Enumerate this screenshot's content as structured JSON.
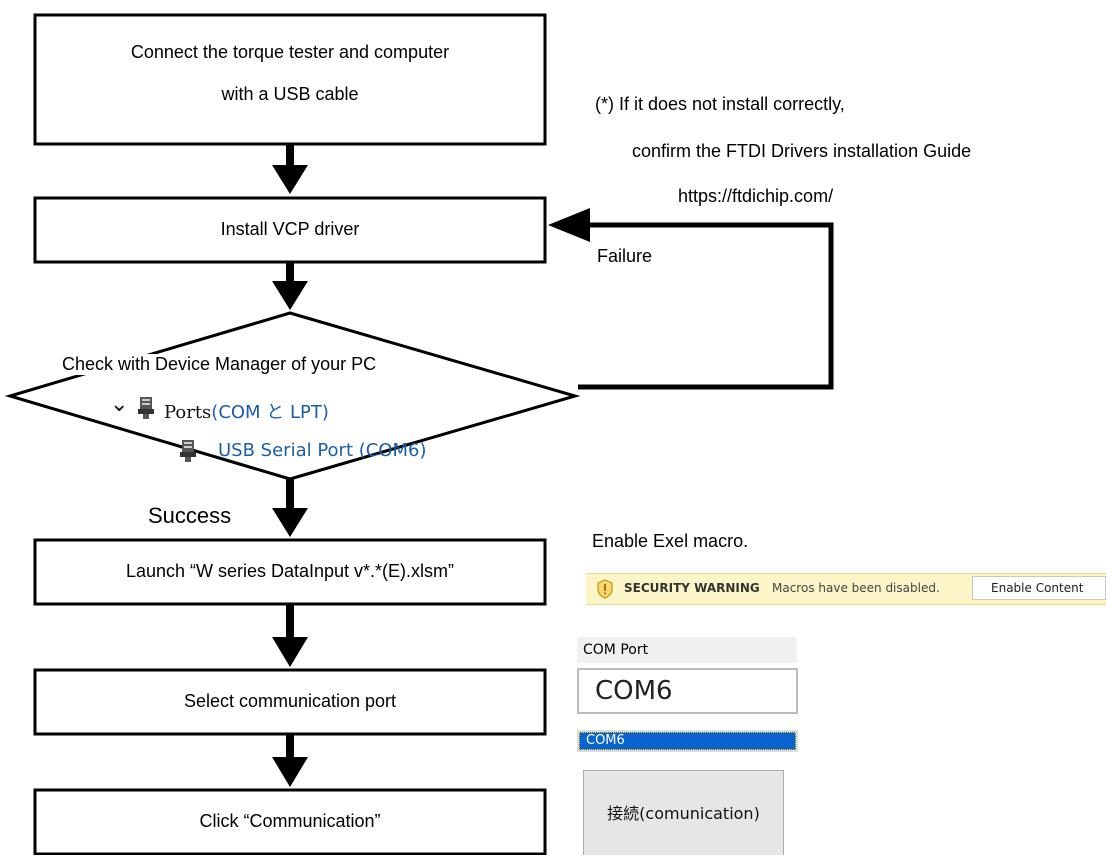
{
  "steps": {
    "connect_line1": "Connect the torque tester and computer",
    "connect_line2": "with a USB cable",
    "install": "Install VCP driver",
    "check": "Check with Device Manager of your PC",
    "launch": "Launch “W series DataInput v*.*(E).xlsm”",
    "select_port": "Select communication port",
    "click": "Click “Communication”"
  },
  "branches": {
    "failure": "Failure",
    "success": "Success"
  },
  "notes": {
    "line1": "(*) If it does not install correctly,",
    "line2": "confirm the FTDI Drivers installation Guide",
    "line3": "https://ftdichip.com/",
    "macro": "Enable Exel macro."
  },
  "device_manager": {
    "chevron": "⌄",
    "ports_prefix": "Ports",
    "ports_suffix": "(COM と LPT)",
    "usb_port": "USB Serial Port (COM6)",
    "icon": "port-connector-icon"
  },
  "security_bar": {
    "warning": "SECURITY WARNING",
    "message": "Macros have been disabled.",
    "button": "Enable Content",
    "background": "#fcf5c7",
    "icon": "shield-warning-icon"
  },
  "com_port": {
    "label": "COM Port",
    "value": "COM6",
    "selected_option": "COM6",
    "button": "接続(comunication)",
    "selection_color": "#0a64d0"
  }
}
